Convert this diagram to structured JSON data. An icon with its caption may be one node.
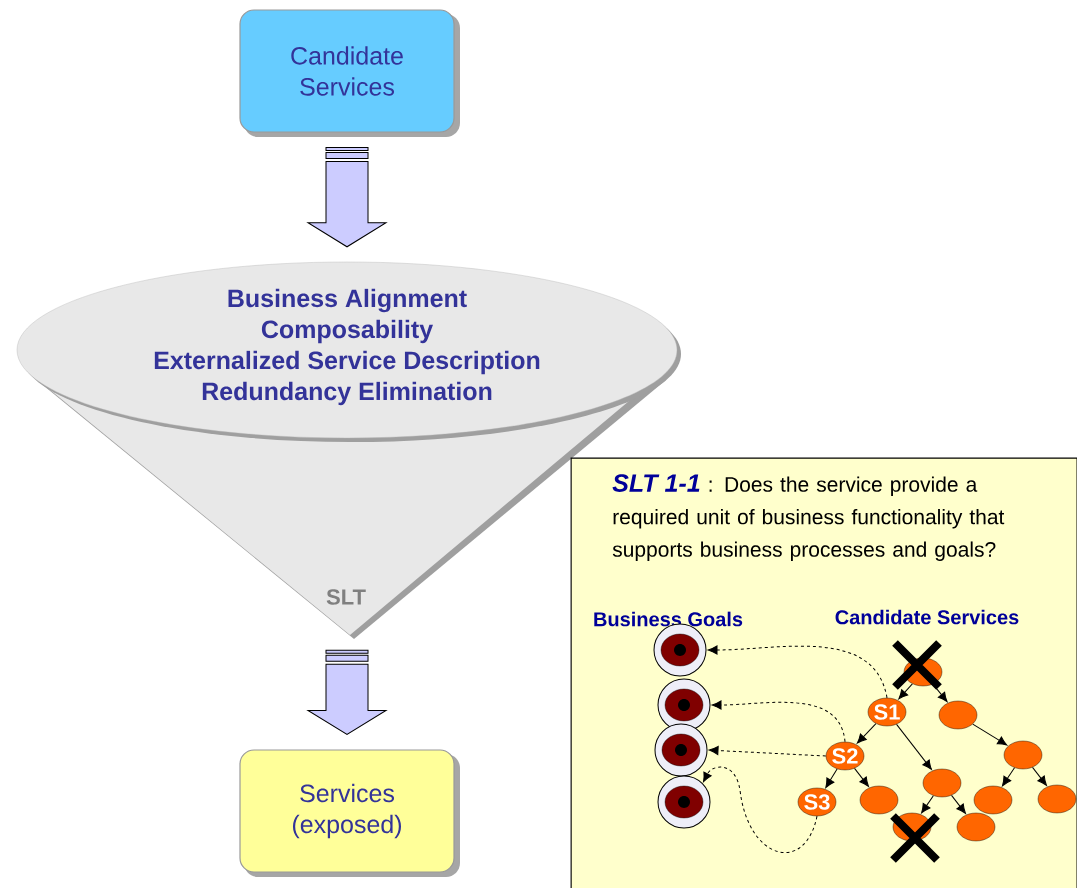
{
  "diagram": {
    "nodes": [
      {
        "text": [
          "Candidate Services"
        ]
      },
      {
        "text": [
          "Business Alignment",
          "Composability",
          "Externalized Service Description",
          "Redundancy Elimination",
          "SLT"
        ]
      },
      {
        "text": [
          "Services (exposed)"
        ]
      },
      {
        "text": [
          "SLT 1-1",
          ": Does the service provide a required unit of business functionality that supports business processes and goals?",
          "Business Goals",
          "Candidate Services"
        ]
      },
      {
        "text": [],
        "shape": "circle",
        "in": 3
      },
      {
        "text": [],
        "shape": "circle",
        "in": 3
      },
      {
        "text": [],
        "shape": "circle",
        "in": 3
      },
      {
        "text": [],
        "shape": "circle",
        "in": 3
      },
      {
        "text": [],
        "shape": "ellipse",
        "in": 3
      },
      {
        "text": [
          "S1"
        ],
        "in": 3
      },
      {
        "text": [],
        "shape": "ellipse",
        "in": 3
      },
      {
        "text": [
          "S2"
        ],
        "in": 3
      },
      {
        "text": [],
        "shape": "ellipse",
        "in": 3
      },
      {
        "text": [
          "S3"
        ],
        "in": 3
      },
      {
        "text": [],
        "shape": "ellipse",
        "in": 3
      },
      {
        "text": [],
        "shape": "ellipse",
        "in": 3
      },
      {
        "text": [],
        "shape": "ellipse",
        "in": 3
      },
      {
        "text": [],
        "shape": "ellipse",
        "in": 3
      },
      {
        "text": [],
        "shape": "ellipse",
        "in": 3
      },
      {
        "text": [],
        "shape": "ellipse",
        "in": 3
      }
    ],
    "edges": [
      {
        "from": 0,
        "to": 1,
        "arrow": "to",
        "style": "thick"
      },
      {
        "from": 1,
        "to": 2,
        "arrow": "to",
        "style": "thick"
      },
      {
        "from": 8,
        "to": 9,
        "arrow": "to"
      },
      {
        "from": 8,
        "to": 10,
        "arrow": "to"
      },
      {
        "from": 9,
        "to": 11,
        "arrow": "to"
      },
      {
        "from": 9,
        "to": 15,
        "arrow": "to"
      },
      {
        "from": 10,
        "to": 12,
        "arrow": "to"
      },
      {
        "from": 11,
        "to": 13,
        "arrow": "to"
      },
      {
        "from": 11,
        "to": 14,
        "arrow": "to"
      },
      {
        "from": 15,
        "to": 18,
        "arrow": "to"
      },
      {
        "from": 15,
        "to": 19,
        "arrow": "to"
      },
      {
        "from": 12,
        "to": 16,
        "arrow": "to"
      },
      {
        "from": 12,
        "to": 17,
        "arrow": "to"
      },
      {
        "from": 9,
        "to": 4,
        "arrow": "to",
        "style": "dashed"
      },
      {
        "from": 11,
        "to": 5,
        "arrow": "to",
        "style": "dashed"
      },
      {
        "from": 11,
        "to": 6,
        "arrow": "to",
        "style": "dashed"
      },
      {
        "from": 13,
        "to": 7,
        "arrow": "to",
        "style": "dashed"
      }
    ]
  }
}
